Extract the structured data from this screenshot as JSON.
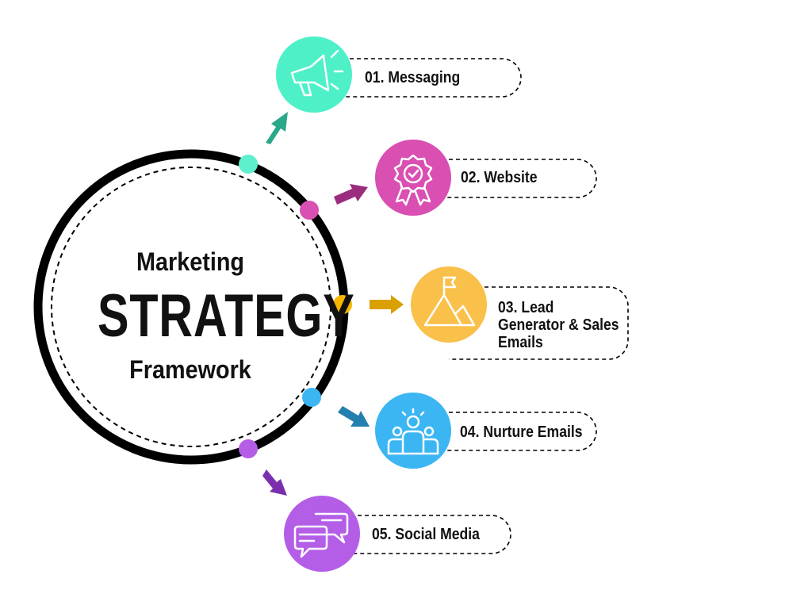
{
  "center": {
    "top_text": "Marketing",
    "main_text": "STRATEGY",
    "bottom_text": "Framework"
  },
  "steps": [
    {
      "label": "01. Messaging",
      "icon": "megaphone-icon",
      "color": "#4ef0c8",
      "dot_color": "#5ef0cc",
      "arrow_color": "#2aa88a"
    },
    {
      "label": "02. Website",
      "icon": "award-badge-icon",
      "color": "#d94fb2",
      "dot_color": "#d94fb2",
      "arrow_color": "#9b2c7e"
    },
    {
      "label": "03. Lead\nGenerator & Sales\nEmails",
      "icon": "mountain-flag-icon",
      "color": "#f9c04a",
      "dot_color": "#f7b500",
      "arrow_color": "#d9a000"
    },
    {
      "label": "04. Nurture Emails",
      "icon": "team-icon",
      "color": "#3bb6f2",
      "dot_color": "#3bb6f2",
      "arrow_color": "#237fae"
    },
    {
      "label": "05. Social Media",
      "icon": "chat-bubbles-icon",
      "color": "#b45ee8",
      "dot_color": "#b45ee8",
      "arrow_color": "#7b2fae"
    }
  ]
}
